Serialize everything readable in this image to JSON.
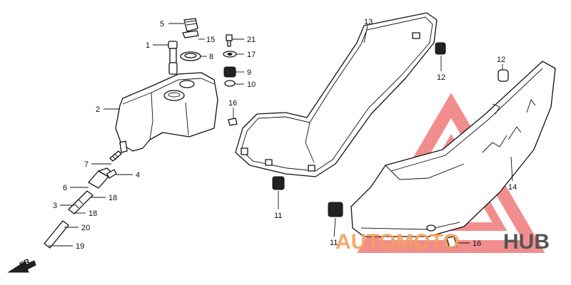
{
  "diagram": {
    "callouts": [
      {
        "id": "c5a",
        "text": "5"
      },
      {
        "id": "c15",
        "text": "15"
      },
      {
        "id": "c1",
        "text": "1"
      },
      {
        "id": "c8",
        "text": "8"
      },
      {
        "id": "c21",
        "text": "21"
      },
      {
        "id": "c17",
        "text": "17"
      },
      {
        "id": "c9",
        "text": "9"
      },
      {
        "id": "c10",
        "text": "10"
      },
      {
        "id": "c13",
        "text": "13"
      },
      {
        "id": "c12a",
        "text": "12"
      },
      {
        "id": "c12b",
        "text": "12"
      },
      {
        "id": "c2",
        "text": "2"
      },
      {
        "id": "c16a",
        "text": "16"
      },
      {
        "id": "c7",
        "text": "7"
      },
      {
        "id": "c4",
        "text": "4"
      },
      {
        "id": "c6",
        "text": "6"
      },
      {
        "id": "c18a",
        "text": "18"
      },
      {
        "id": "c3",
        "text": "3"
      },
      {
        "id": "c18b",
        "text": "18"
      },
      {
        "id": "c20",
        "text": "20"
      },
      {
        "id": "c19",
        "text": "19"
      },
      {
        "id": "c11a",
        "text": "11"
      },
      {
        "id": "c11b",
        "text": "11"
      },
      {
        "id": "c14",
        "text": "14"
      },
      {
        "id": "c16b",
        "text": "16"
      }
    ],
    "direction_label": "FR."
  },
  "watermark": {
    "part1": "AUTOMOTO",
    "part2": "HUB",
    "color_primary": "#f4a05a",
    "color_secondary": "#555555",
    "triangle_color": "#f07a7a"
  }
}
